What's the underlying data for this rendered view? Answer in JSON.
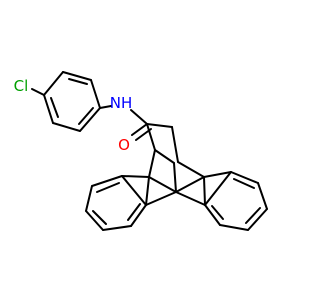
{
  "molecule": {
    "atoms": {
      "chlorine": {
        "label": "Cl",
        "color": "#00a000"
      },
      "nitrogen": {
        "label": "NH",
        "color": "#0000ff"
      },
      "oxygen": {
        "label": "O",
        "color": "#ff0000"
      }
    },
    "bond_color": "#000000",
    "background": "#ffffff"
  }
}
